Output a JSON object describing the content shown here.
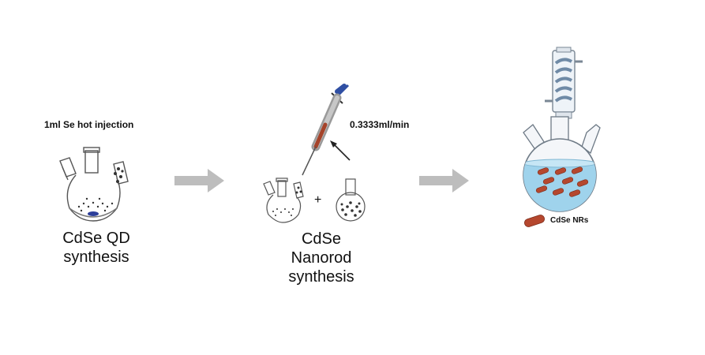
{
  "step1": {
    "injection_label": "1ml Se hot injection",
    "caption_line1": "CdSe QD",
    "caption_line2": "synthesis"
  },
  "step2": {
    "rate_label": "0.3333ml/min",
    "plus_sign": "+",
    "caption_line1": "CdSe",
    "caption_line2": "Nanorod",
    "caption_line3": "synthesis"
  },
  "step3": {
    "legend_label": "CdSe NRs"
  },
  "colors": {
    "arrow": "#bdbdbd",
    "liquid": "#9fd3ec",
    "nanorod": "#b5472e",
    "syringe_plunger": "#2f4fa3",
    "glass_outline": "#555555"
  }
}
